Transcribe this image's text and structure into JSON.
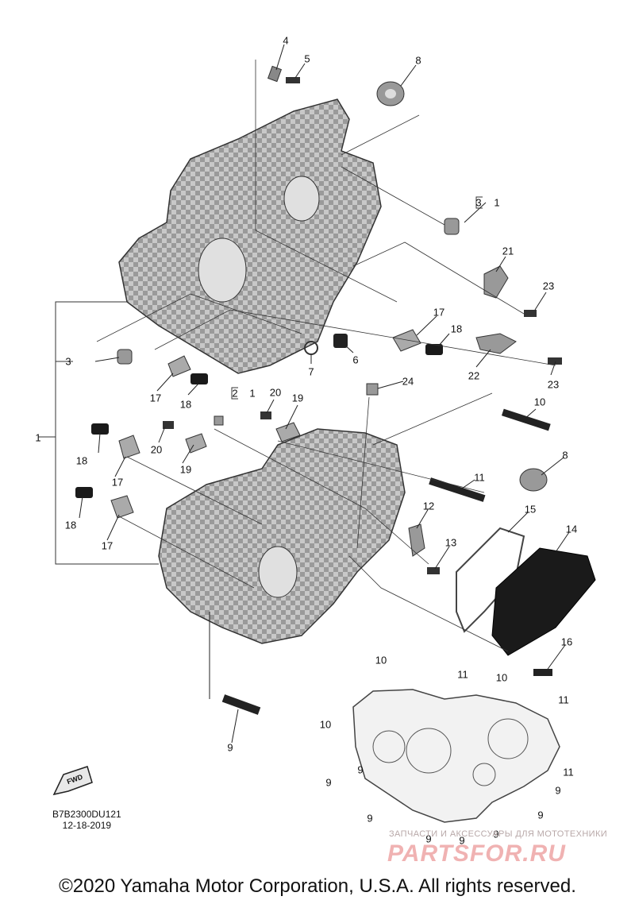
{
  "callouts": {
    "c1": "1",
    "c1b": "1",
    "c1c": "1",
    "c2": "2",
    "c3a": "3",
    "c3b": "3",
    "c4": "4",
    "c5": "5",
    "c6": "6",
    "c7": "7",
    "c8a": "8",
    "c8b": "8",
    "c9a": "9",
    "c9b": "9",
    "c9c": "9",
    "c9d": "9",
    "c9e": "9",
    "c9f": "9",
    "c9g": "9",
    "c9h": "9",
    "c9i": "9",
    "c10a": "10",
    "c10b": "10",
    "c10c": "10",
    "c10d": "10",
    "c11a": "11",
    "c11b": "11",
    "c11c": "11",
    "c11d": "11",
    "c12": "12",
    "c13": "13",
    "c14": "14",
    "c15": "15",
    "c16": "16",
    "c17a": "17",
    "c17b": "17",
    "c17c": "17",
    "c17d": "17",
    "c18a": "18",
    "c18b": "18",
    "c18c": "18",
    "c18d": "18",
    "c19a": "19",
    "c19b": "19",
    "c20a": "20",
    "c20b": "20",
    "c21": "21",
    "c22": "22",
    "c23a": "23",
    "c23b": "23",
    "c24": "24"
  },
  "diagram_code": {
    "code": "B7B2300DU121",
    "date": "12-18-2019"
  },
  "fwd_label": "FWD",
  "watermark": {
    "tagline": "ЗАПЧАСТИ И АКСЕССУАРЫ ДЛЯ МОТОТЕХНИКИ",
    "logo": "PARTSFOR.RU"
  },
  "copyright": "©2020 Yamaha Motor Corporation, U.S.A. All rights reserved.",
  "colors": {
    "line": "#222222",
    "part": "#8a8a8a",
    "dark": "#1a1a1a",
    "watermark": "#f0b2b2"
  }
}
